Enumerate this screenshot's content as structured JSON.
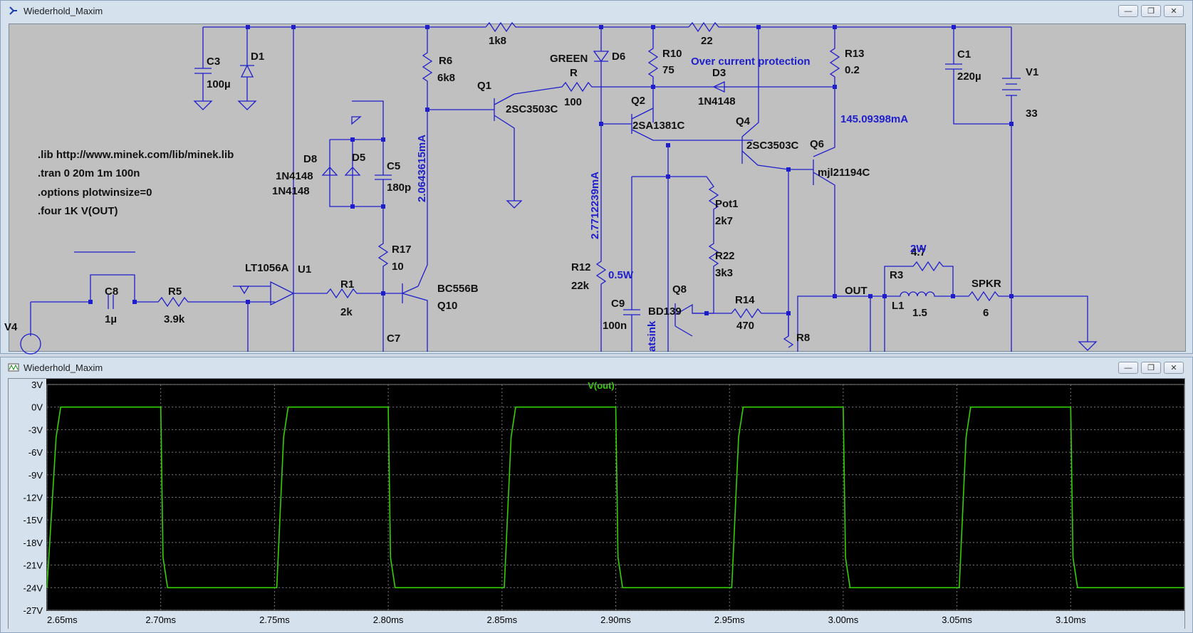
{
  "schematic_window": {
    "title": "Wiederhold_Maxim",
    "buttons": {
      "minimize": "—",
      "restore": "❐",
      "close": "✕"
    },
    "directives": [
      ".lib http://www.minek.com/lib/minek.lib",
      ".tran 0 20m 1m 100n",
      ".options plotwinsize=0",
      ".four 1K V(OUT)"
    ],
    "labels": {
      "r_1k8": "1k8",
      "r_22_top": "22",
      "green": "GREEN",
      "d6": "D6",
      "c3": "C3",
      "c3_val": "100µ",
      "d1": "D1",
      "r6": "R6",
      "r6_val": "6k8",
      "q1": "Q1",
      "q1_model": "2SC3503C",
      "r_name": "R",
      "r_val": "100",
      "r10": "R10",
      "r10_val": "75",
      "ocp": "Over current protection",
      "d3": "D3",
      "d3_model": "1N4148",
      "r13": "R13",
      "r13_val": "0.2",
      "c1": "C1",
      "c1_val": "220µ",
      "v1": "V1",
      "v1_val": "33",
      "q2": "Q2",
      "q2_model": "2SA1381C",
      "current_145": "145.09398mA",
      "q4": "Q4",
      "q4_model": "2SC3503C",
      "q6": "Q6",
      "q6_model": "mjl21194C",
      "d8": "D8",
      "d8_model": "1N4148",
      "d5": "D5",
      "d5_model": "1N4148",
      "c5": "C5",
      "c5_val": "180p",
      "current_206": "2.0643615mA",
      "current_277": "2.7712239mA",
      "pot1": "Pot1",
      "pot1_val": "2k7",
      "r22": "R22",
      "r22_val": "3k3",
      "r17": "R17",
      "r17_val": "10",
      "lt1056": "LT1056A",
      "u1": "U1",
      "c8": "C8",
      "c8_val": "1µ",
      "r5": "R5",
      "r5_val": "3.9k",
      "r1": "R1",
      "r1_val": "2k",
      "q10_model": "BC556B",
      "q10": "Q10",
      "c7": "C7",
      "r12": "R12",
      "r12_val": "22k",
      "half_w": "0.5W",
      "c9": "C9",
      "c9_val": "100n",
      "q8": "Q8",
      "q8_model": "BD139",
      "heatsink": "atsink",
      "r14": "R14",
      "r14_val": "470",
      "r8": "R8",
      "out": "OUT",
      "r3": "R3",
      "r3_val": "4.7",
      "two_w": "2W",
      "l1": "L1",
      "l1_val": "1.5",
      "spkr": "SPKR",
      "spkr_val": "6",
      "v4": "V4"
    }
  },
  "plot_window": {
    "title": "Wiederhold_Maxim",
    "buttons": {
      "minimize": "—",
      "restore": "❐",
      "close": "✕"
    },
    "trace_label": "V(out)",
    "colors": {
      "trace": "#34d100",
      "background": "#000000",
      "grid": "#7a7a7a",
      "axis_text": "#000000"
    }
  },
  "chart_data": {
    "type": "line",
    "title": "",
    "series": [
      {
        "name": "V(out)",
        "color": "#34d100",
        "x": [
          "2.650ms",
          "2.654ms",
          "2.656ms",
          "2.700ms",
          "2.701ms",
          "2.703ms",
          "2.751ms",
          "2.754ms",
          "2.756ms",
          "2.800ms",
          "2.801ms",
          "2.803ms",
          "2.851ms",
          "2.854ms",
          "2.856ms",
          "2.900ms",
          "2.901ms",
          "2.903ms",
          "2.951ms",
          "2.954ms",
          "2.956ms",
          "3.000ms",
          "3.001ms",
          "3.003ms",
          "3.051ms",
          "3.054ms",
          "3.056ms",
          "3.100ms",
          "3.101ms",
          "3.103ms",
          "3.150ms"
        ],
        "x_ms": [
          2.65,
          2.654,
          2.656,
          2.7,
          2.701,
          2.703,
          2.751,
          2.754,
          2.756,
          2.8,
          2.801,
          2.803,
          2.851,
          2.854,
          2.856,
          2.9,
          2.901,
          2.903,
          2.951,
          2.954,
          2.956,
          3.0,
          3.001,
          3.003,
          3.051,
          3.054,
          3.056,
          3.1,
          3.101,
          3.103,
          3.15
        ],
        "y": [
          -24,
          -4,
          0,
          0,
          -20,
          -24,
          -24,
          -4,
          0,
          0,
          -20,
          -24,
          -24,
          -4,
          0,
          0,
          -20,
          -24,
          -24,
          -4,
          0,
          0,
          -20,
          -24,
          -24,
          -4,
          0,
          0,
          -20,
          -24,
          -24
        ]
      }
    ],
    "x_ticks": [
      "2.65ms",
      "2.70ms",
      "2.75ms",
      "2.80ms",
      "2.85ms",
      "2.90ms",
      "2.95ms",
      "3.00ms",
      "3.05ms",
      "3.10ms"
    ],
    "x_tick_values_ms": [
      2.65,
      2.7,
      2.75,
      2.8,
      2.85,
      2.9,
      2.95,
      3.0,
      3.05,
      3.1
    ],
    "y_ticks": [
      "3V",
      "0V",
      "-3V",
      "-6V",
      "-9V",
      "-12V",
      "-15V",
      "-18V",
      "-21V",
      "-24V",
      "-27V"
    ],
    "y_tick_values": [
      3,
      0,
      -3,
      -6,
      -9,
      -12,
      -15,
      -18,
      -21,
      -24,
      -27
    ],
    "xlim_ms": [
      2.65,
      3.15
    ],
    "ylim": [
      -27,
      3
    ],
    "grid": true,
    "legend": "top-center"
  }
}
